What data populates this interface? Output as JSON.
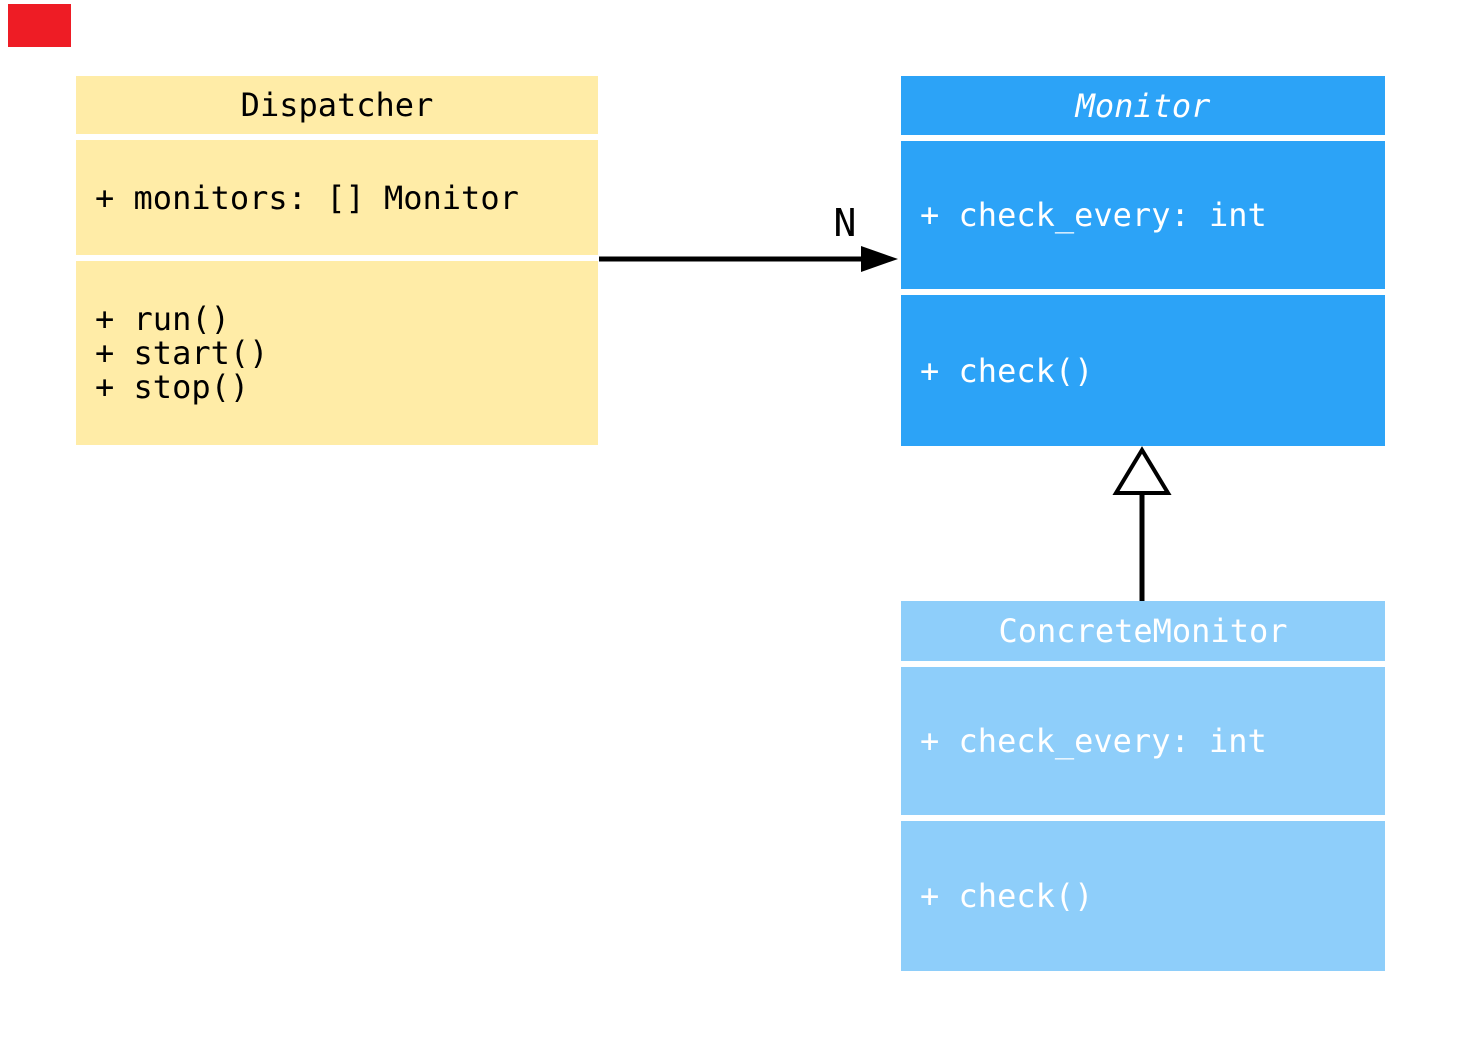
{
  "diagram": {
    "kind": "uml-class-diagram",
    "background_color": "#ffffff",
    "marker": {
      "description": "red rectangle in top-left corner",
      "color": "#ee1c25"
    },
    "classes": [
      {
        "name": "Dispatcher",
        "abstract": false,
        "fill_color": "#ffeca7",
        "text_color": "#000000",
        "attributes": [
          "+ monitors: [] Monitor"
        ],
        "methods": [
          "+ run()",
          "+ start()",
          "+ stop()"
        ]
      },
      {
        "name": "Monitor",
        "abstract": true,
        "fill_color": "#2ca3f7",
        "text_color": "#ffffff",
        "attributes": [
          "+ check_every: int"
        ],
        "methods": [
          "+ check()"
        ]
      },
      {
        "name": "ConcreteMonitor",
        "abstract": false,
        "fill_color": "#8ecefa",
        "text_color": "#ffffff",
        "attributes": [
          "+ check_every: int"
        ],
        "methods": [
          "+ check()"
        ]
      }
    ],
    "relations": [
      {
        "type": "association",
        "from": "Dispatcher",
        "to": "Monitor",
        "label": "N",
        "arrowhead": "filled-triangle",
        "line_color": "#000000"
      },
      {
        "type": "inheritance",
        "from": "ConcreteMonitor",
        "to": "Monitor",
        "label": "",
        "arrowhead": "hollow-triangle",
        "line_color": "#000000"
      }
    ]
  }
}
